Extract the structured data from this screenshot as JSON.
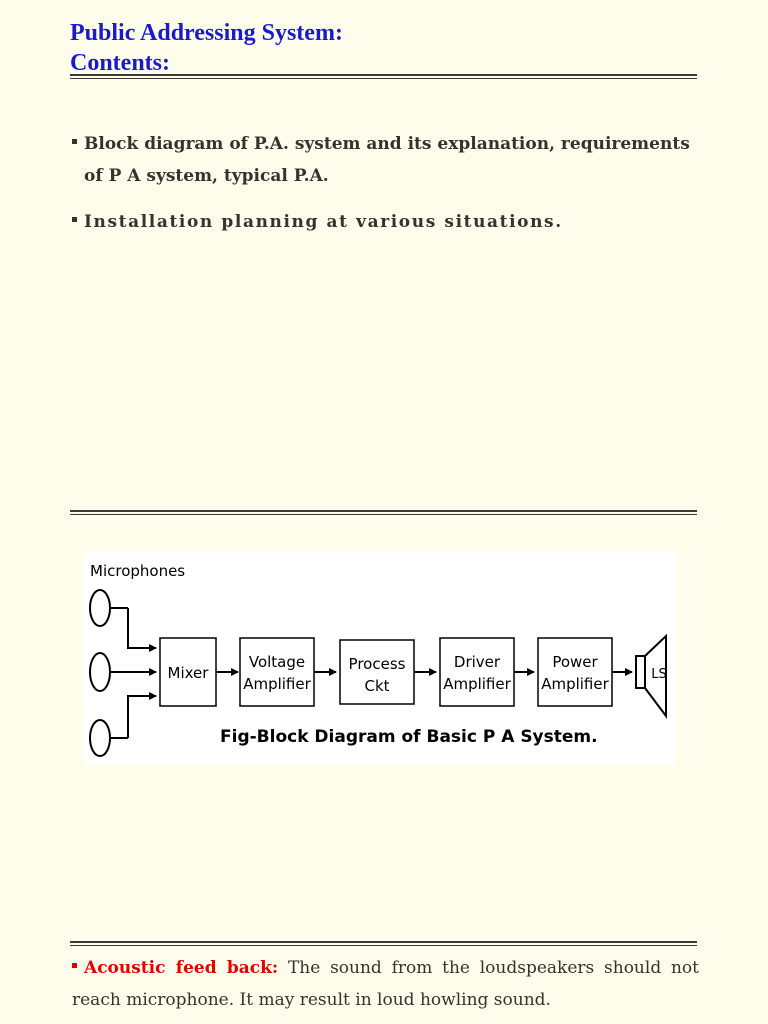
{
  "header": {
    "title_line1": "Public Addressing System:",
    "title_line2": "Contents:"
  },
  "contents": {
    "bullet1_line1": "Block diagram of P.A. system and its explanation, requirements",
    "bullet1_line2": "of P A system, typical P.A.",
    "bullet2": "Installation planning at various situations."
  },
  "diagram": {
    "microphones_label": "Microphones",
    "blocks": [
      {
        "line1": "Mixer",
        "line2": ""
      },
      {
        "line1": "Voltage",
        "line2": "Amplifier"
      },
      {
        "line1": "Process",
        "line2": "Ckt"
      },
      {
        "line1": "Driver",
        "line2": "Amplifier"
      },
      {
        "line1": "Power",
        "line2": "Amplifier"
      }
    ],
    "speaker_label": "LS",
    "caption": "Fig-Block Diagram of Basic P A System."
  },
  "feedback": {
    "term": "Acoustic feed back:",
    "text": " The sound from the loudspeakers should not reach microphone. It may result in loud howling sound.",
    "accent_color": "#e00000"
  }
}
